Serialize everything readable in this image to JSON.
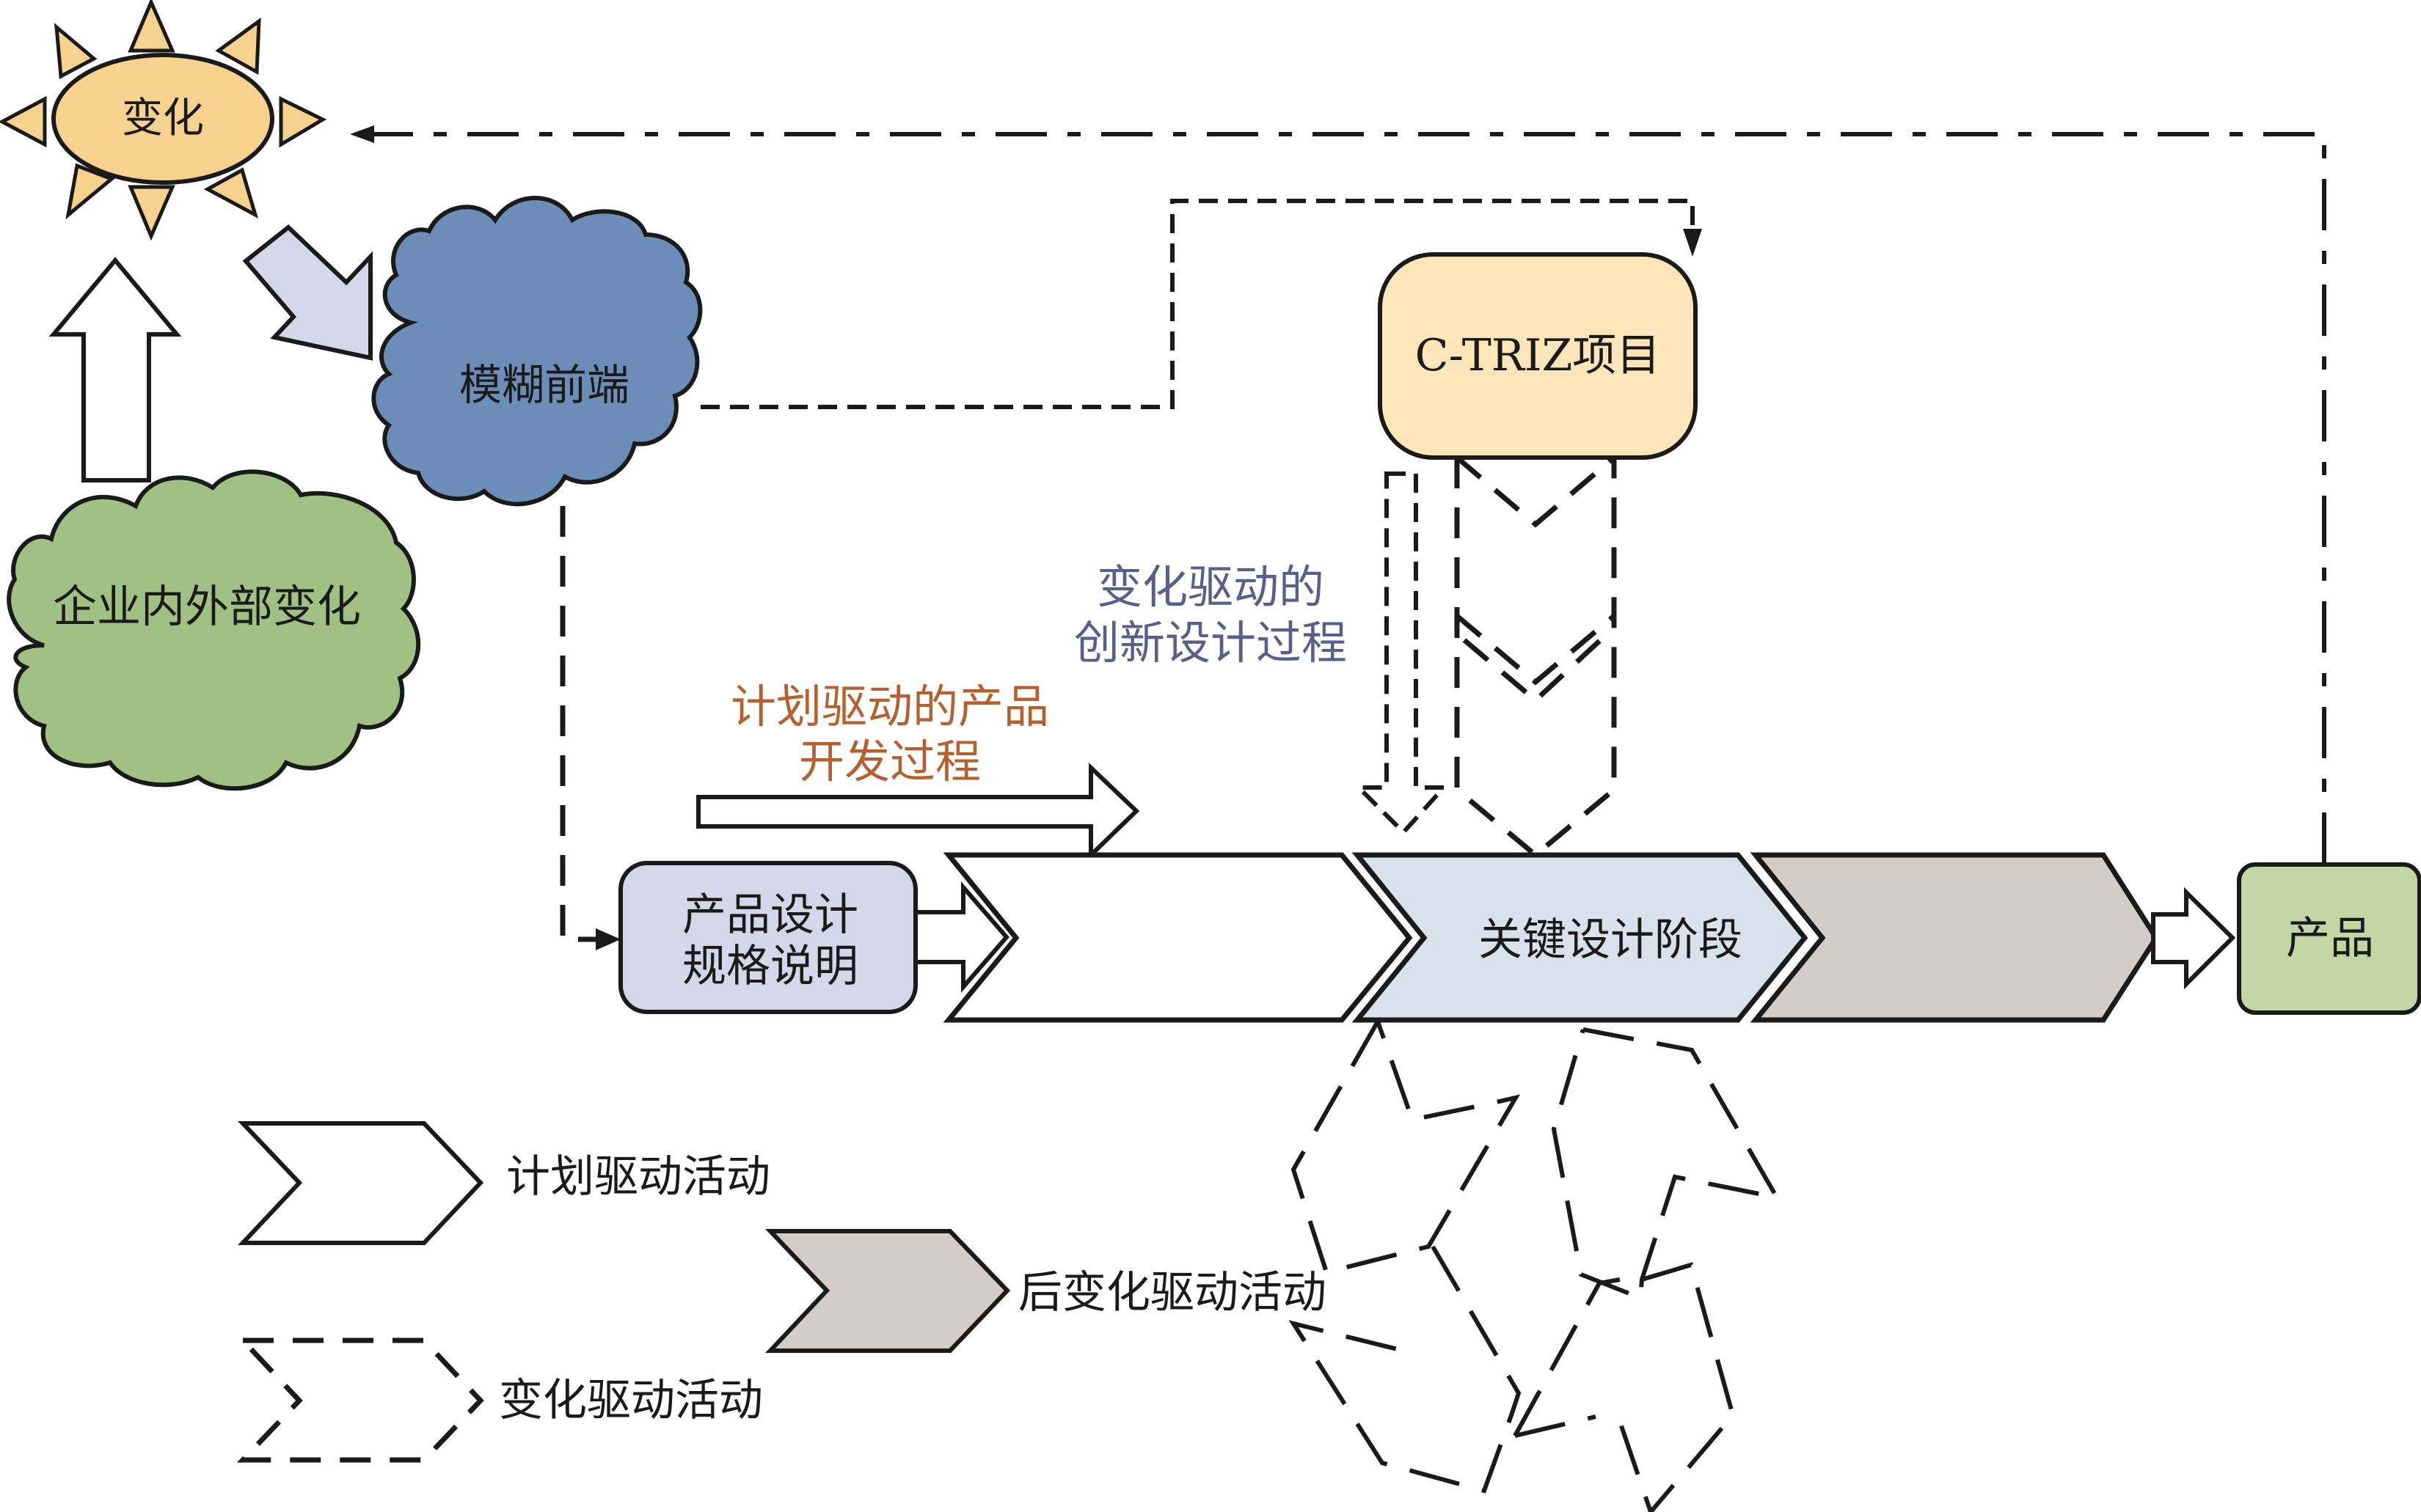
{
  "nodes": {
    "change": "变化",
    "internal_external_change": "企业内外部变化",
    "fuzzy_front_end": "模糊前端",
    "ctriz_project": "C-TRIZ项目",
    "spec_line1": "产品设计",
    "spec_line2": "规格说明",
    "key_design_stage": "关键设计阶段",
    "product": "产品"
  },
  "annotations": {
    "change_driven_line1": "变化驱动的",
    "change_driven_line2": "创新设计过程",
    "plan_driven_line1": "计划驱动的产品",
    "plan_driven_line2": "开发过程"
  },
  "legend": {
    "plan_driven": "计划驱动活动",
    "post_change_driven": "后变化驱动活动",
    "change_driven": "变化驱动活动"
  },
  "colors": {
    "sun": "#f7d28f",
    "fuzzy_cloud": "#6b8db8",
    "green_cloud": "#a0c084",
    "ctriz": "#fbe5b9",
    "spec": "#d4d7e9",
    "key_design": "#d9e2ec",
    "post_change": "#d3ccc9",
    "product": "#c3d6a5",
    "diag_arrow": "#d4d7e9",
    "plan_text": "#b5602e",
    "change_text": "#5a5e8c"
  }
}
